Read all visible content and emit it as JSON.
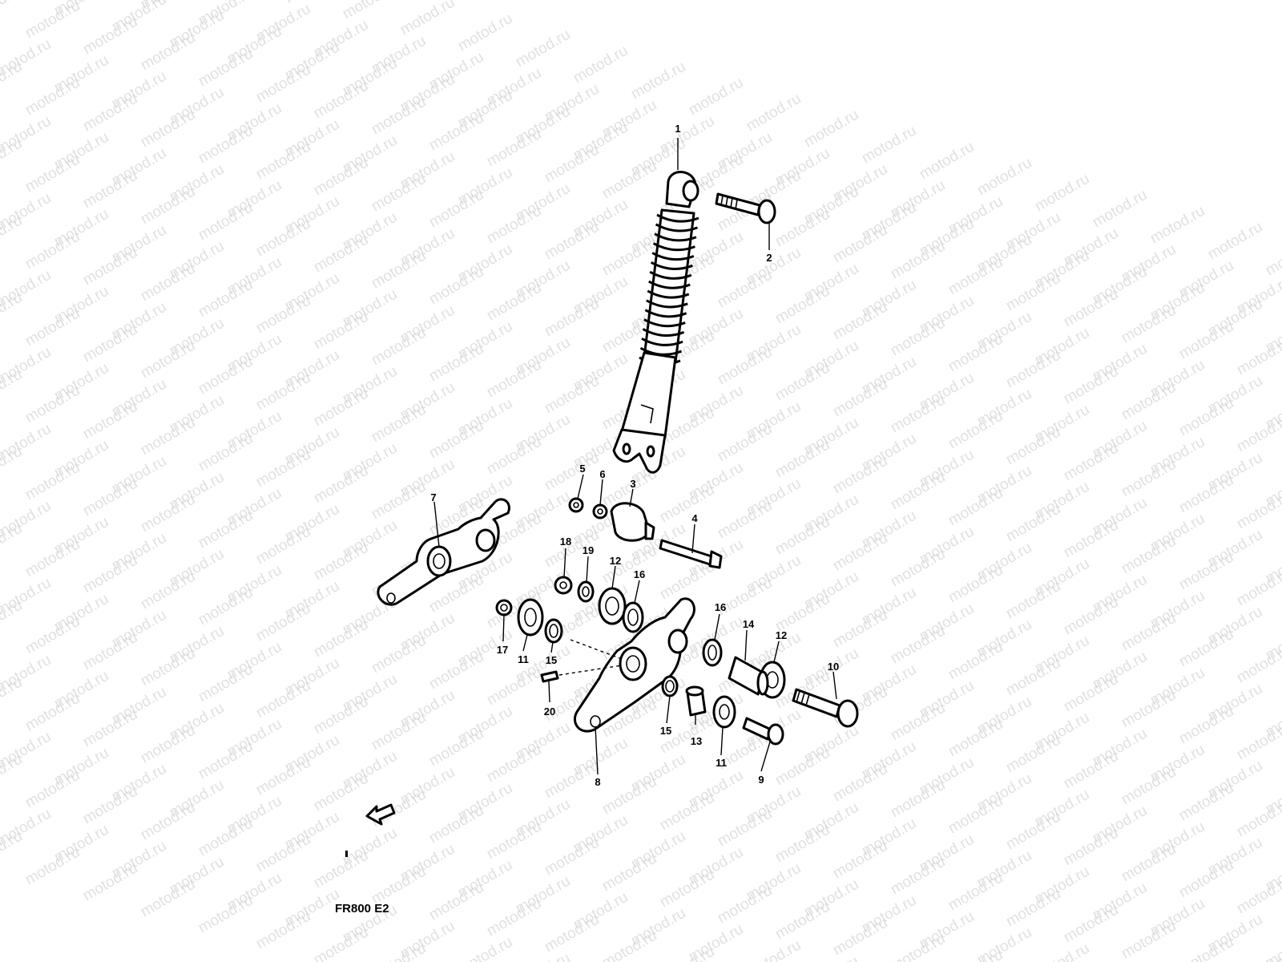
{
  "watermark": "motod.ru",
  "model_code": "FR800 E2",
  "callouts": {
    "c1": "1",
    "c2": "2",
    "c3": "3",
    "c4": "4",
    "c5": "5",
    "c6": "6",
    "c7": "7",
    "c8": "8",
    "c9": "9",
    "c10": "10",
    "c11a": "11",
    "c11b": "11",
    "c12a": "12",
    "c12b": "12",
    "c13": "13",
    "c14": "14",
    "c15a": "15",
    "c15b": "15",
    "c16a": "16",
    "c16b": "16",
    "c17": "17",
    "c18": "18",
    "c19": "19",
    "c20": "20"
  }
}
